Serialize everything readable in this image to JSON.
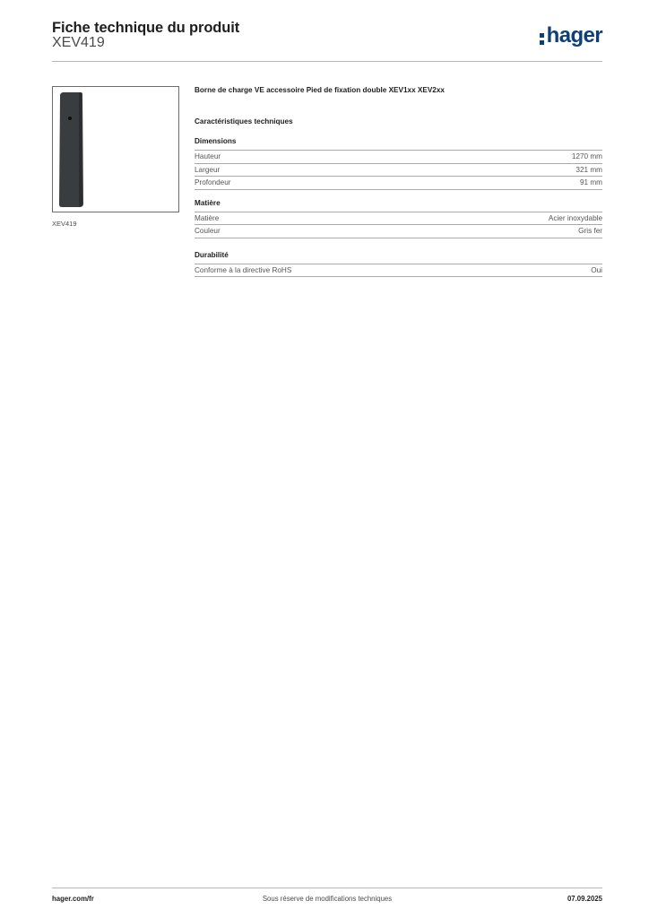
{
  "header": {
    "title": "Fiche technique du produit",
    "reference": "XEV419",
    "brand_logo": "hager",
    "brand_color": "#0f3f7a"
  },
  "product": {
    "image_caption": "XEV419",
    "description": "Borne de charge VE accessoire Pied de fixation double XEV1xx XEV2xx",
    "image_color": "#3a3d40"
  },
  "specs": {
    "section_title": "Caractéristiques techniques",
    "groups": [
      {
        "title": "Dimensions",
        "rows": [
          {
            "label": "Hauteur",
            "value": "1270 mm"
          },
          {
            "label": "Largeur",
            "value": "321 mm"
          },
          {
            "label": "Profondeur",
            "value": "91 mm"
          }
        ]
      },
      {
        "title": "Matière",
        "rows": [
          {
            "label": "Matière",
            "value": "Acier inoxydable"
          },
          {
            "label": "Couleur",
            "value": "Gris fer"
          }
        ]
      },
      {
        "title": "Durabilité",
        "rows": [
          {
            "label": "Conforme à la directive RoHS",
            "value": "Oui"
          }
        ]
      }
    ]
  },
  "footer": {
    "website": "hager.com/fr",
    "disclaimer": "Sous réserve de modifications techniques",
    "date": "07.09.2025"
  }
}
